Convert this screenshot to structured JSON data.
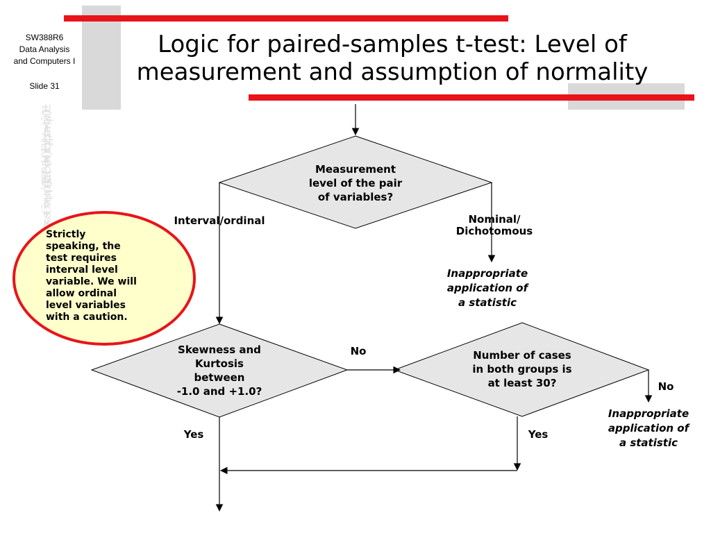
{
  "sidebar": {
    "course_lines": [
      "SW388R6",
      "Data Analysis",
      "and Computers I"
    ],
    "slide_label": "Slide 31"
  },
  "title": {
    "line1": "Logic for paired-samples t-test: Level of",
    "line2": "measurement and assumption of normality"
  },
  "flowchart": {
    "decision_measurement": [
      "Measurement",
      "level of the pair",
      "of variables?"
    ],
    "label_interval": "Interval/ordinal",
    "label_nominal": [
      "Nominal/",
      "Dichotomous"
    ],
    "outcome_inappropriate_1": [
      "Inappropriate",
      "application of",
      "a statistic"
    ],
    "decision_normality": [
      "Skewness and",
      "Kurtosis",
      "between",
      "-1.0 and +1.0?"
    ],
    "label_no_1": "No",
    "decision_cases": [
      "Number of cases",
      "in both groups is",
      "at least 30?"
    ],
    "label_no_2": "No",
    "outcome_inappropriate_2": [
      "Inappropriate",
      "application of",
      "a statistic"
    ],
    "label_yes_1": "Yes",
    "label_yes_2": "Yes"
  },
  "callout": {
    "text": [
      "Strictly",
      "speaking, the",
      "test requires",
      "interval level",
      "variable. We will",
      "allow ordinal",
      "level variables",
      "with a caution."
    ]
  },
  "colors": {
    "accent_red": "#e8141a",
    "decoration_gray": "#d9d9d9",
    "diamond_fill": "#e6e6e6",
    "callout_fill": "#ffffcc",
    "callout_border": "#e8141a"
  }
}
